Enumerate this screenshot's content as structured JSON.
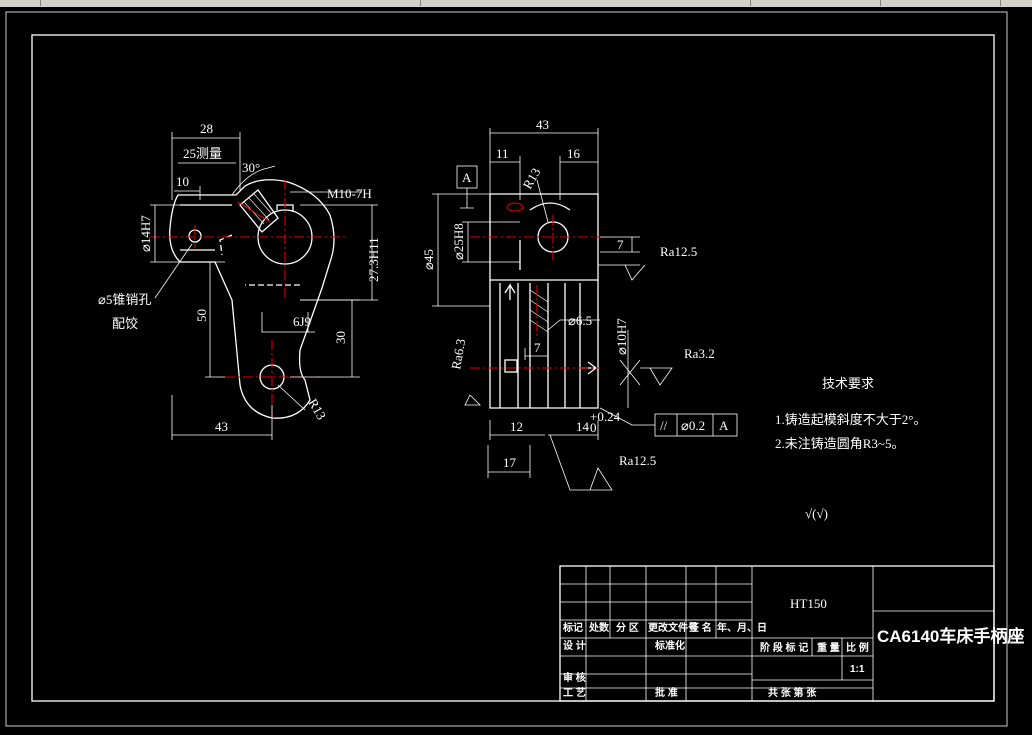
{
  "drawing": {
    "tech_title": "技术要求",
    "tech_notes": [
      "1.铸造起模斜度不大于2°。",
      "2.未注铸造圆角R3~5。"
    ],
    "general_roughness": "√(√)"
  },
  "title_block": {
    "material": "HT150",
    "part_name": "CA6140车床手柄座",
    "rev_headers": [
      "标记",
      "处数",
      "分 区",
      "更改文件号",
      "签 名",
      "年、月、日"
    ],
    "design": "设 计",
    "standardize": "标准化",
    "review": "审 核",
    "process": "工 艺",
    "approve": "批 准",
    "stage_mark": "阶 段 标 记",
    "weight": "重 量",
    "scale_label": "比 例",
    "scale": "1:1",
    "sheets": "共 张 第 张"
  },
  "left_view": {
    "dim_28": "28",
    "dim_25": "25测量",
    "dim_30deg": "30°",
    "dim_10": "10",
    "thread": "M10-7H",
    "dia_14": "⌀14H7",
    "dim_27": "27.3H11",
    "pin_hole": "⌀5锥销孔",
    "pin_fit": "配饺",
    "dim_50": "50",
    "keyway": "6J9",
    "dim_30": "30",
    "radius": "R13",
    "dim_43": "43"
  },
  "right_view": {
    "dim_43": "43",
    "dim_11": "11",
    "dim_16": "16",
    "datum": "A",
    "radius": "R13",
    "dia_25": "⌀25H8",
    "dia_45": "⌀45",
    "dim_7a": "7",
    "ra_top": "Ra12.5",
    "dia_65": "⌀6.5",
    "dim_7b": "7",
    "ra_63": "Ra6.3",
    "dia_10": "⌀10H7",
    "ra_32": "Ra3.2",
    "dim_12": "12",
    "dim_14": "14",
    "tol_14": "+0.24",
    "tol_14b": "0",
    "dim_17": "17",
    "ra_bottom": "Ra12.5",
    "fcf_symbol": "//",
    "fcf_value": "⌀0.2",
    "fcf_datum": "A"
  }
}
